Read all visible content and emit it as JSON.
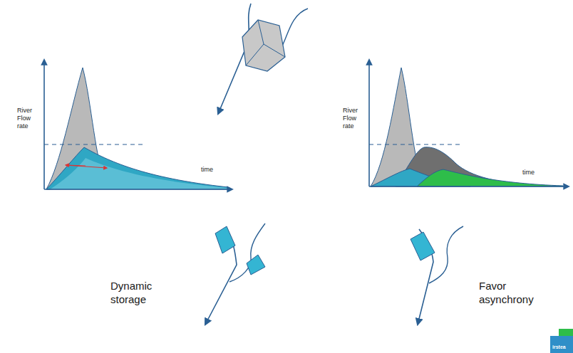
{
  "diagram": {
    "labels": [
      "River Flow rate",
      "time",
      "River Flow rate",
      "time",
      "Dynamic storage",
      "Favor asynchrony",
      "irstea"
    ]
  }
}
